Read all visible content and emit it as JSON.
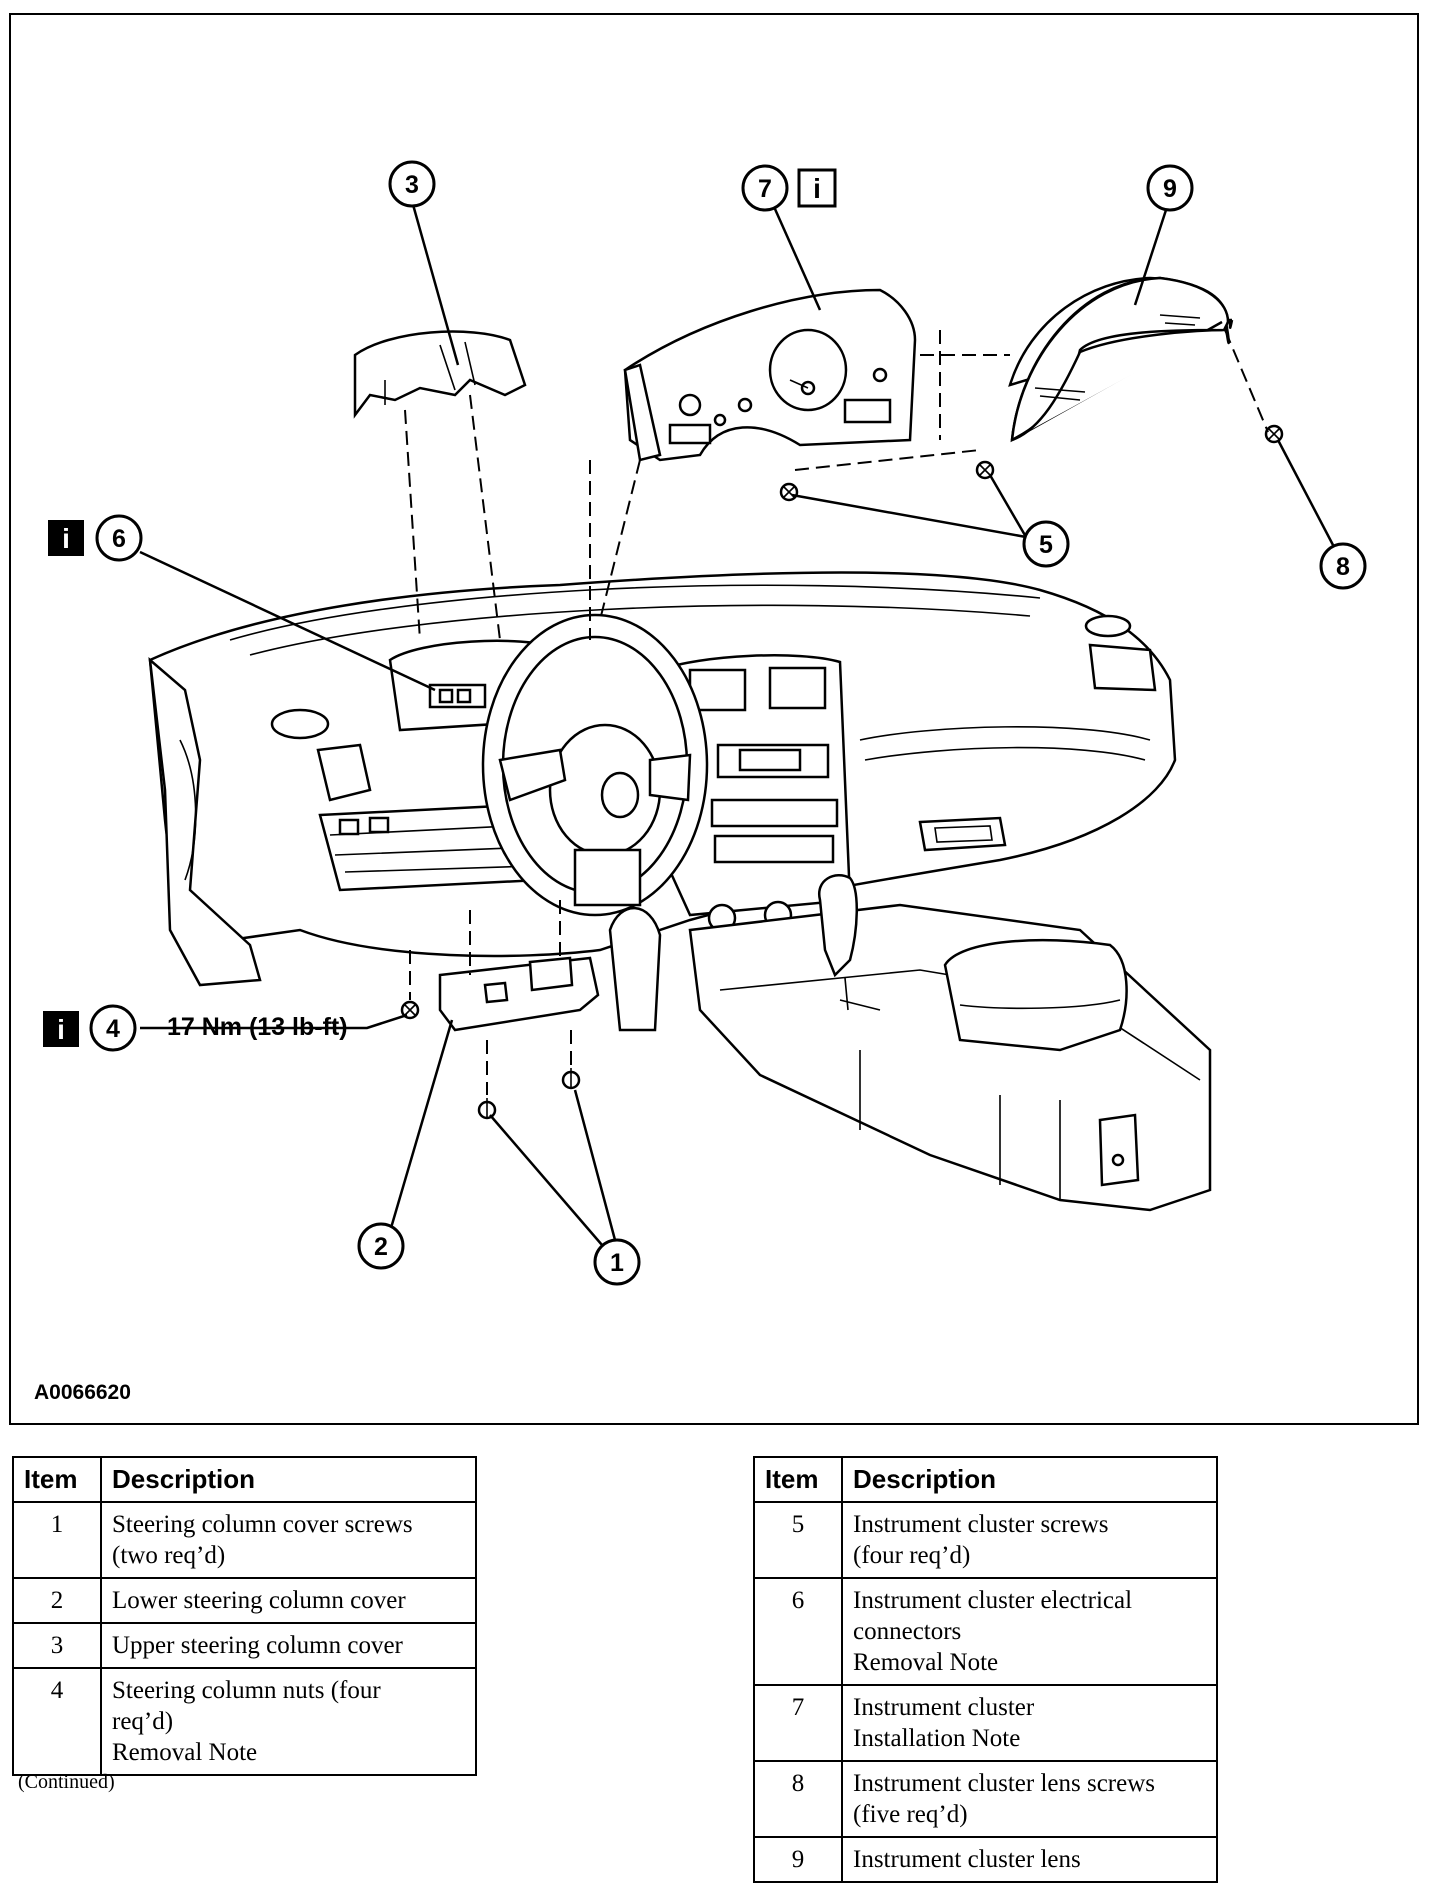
{
  "figure": {
    "reference_id": "A0066620",
    "torque_spec": "17 Nm (13 lb-ft)",
    "callouts": [
      "1",
      "2",
      "3",
      "4",
      "5",
      "6",
      "7",
      "8",
      "9"
    ],
    "info_icon_glyph": "i"
  },
  "table_left": {
    "headers": {
      "item": "Item",
      "description": "Description"
    },
    "rows": [
      {
        "item": "1",
        "lines": [
          "Steering column cover screws",
          "(two req’d)"
        ]
      },
      {
        "item": "2",
        "lines": [
          "Lower steering column cover"
        ]
      },
      {
        "item": "3",
        "lines": [
          "Upper steering column cover"
        ]
      },
      {
        "item": "4",
        "lines": [
          "Steering column nuts (four",
          "req’d)",
          "Removal Note"
        ]
      }
    ],
    "footer_note": "(Continued)"
  },
  "table_right": {
    "headers": {
      "item": "Item",
      "description": "Description"
    },
    "rows": [
      {
        "item": "5",
        "lines": [
          "Instrument cluster screws",
          "(four req’d)"
        ]
      },
      {
        "item": "6",
        "lines": [
          "Instrument cluster electrical",
          "connectors",
          "Removal Note"
        ]
      },
      {
        "item": "7",
        "lines": [
          "Instrument cluster",
          "Installation Note"
        ]
      },
      {
        "item": "8",
        "lines": [
          "Instrument cluster lens screws",
          "(five req’d)"
        ]
      },
      {
        "item": "9",
        "lines": [
          "Instrument cluster lens"
        ]
      }
    ]
  }
}
